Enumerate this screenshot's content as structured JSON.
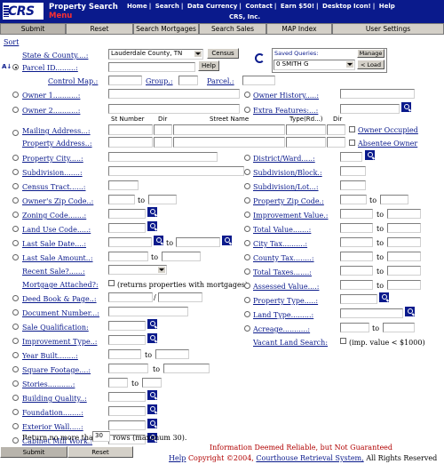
{
  "header": {
    "logo": "CRS",
    "title": "Property Search",
    "subtitle": "Menu",
    "nav": [
      "Home",
      "Search",
      "Data Currency",
      "Contact",
      "Earn $50!",
      "Desktop Icon!",
      "Help"
    ],
    "company": "CRS, Inc."
  },
  "tabs": [
    "Submit",
    "Reset",
    "Search Mortgages",
    "Search Sales",
    "MAP Index",
    "User Settings"
  ],
  "sort_link": "Sort",
  "state_county": {
    "label": "State & County....:",
    "value": "Lauderdale County, TN",
    "census_button": "Census",
    "help_button": "Help"
  },
  "saved_queries": {
    "label": "Saved Queries:",
    "value": "0 SMITH G",
    "manage_button": "Manage",
    "load_button": "< Load"
  },
  "labels": {
    "parcel_id": "Parcel ID.........:",
    "control_map": "Control Map.:",
    "group": "Group.:",
    "parcel": "Parcel.:",
    "owner1": "Owner 1...........:",
    "owner2": "Owner 2...........:",
    "owner_history": "Owner History.....:",
    "extra_features": "Extra Features:...:",
    "mailing_address": "Mailing Address...:",
    "property_address": "Property Address..:",
    "owner_occupied": "Owner Occupied",
    "absentee_owner": "Absentee Owner",
    "property_city": "Property City.....:",
    "subdivision": "Subdivision.......:",
    "census_tract": "Census Tract......:",
    "owners_zip": "Owner's Zip Code..:",
    "zoning_code": "Zoning Code.......:",
    "land_use_code": "Land Use Code.....:",
    "last_sale_date": "Last Sale Date....:",
    "last_sale_amount": "Last Sale Amount..:",
    "recent_sale": "Recent Sale?......:",
    "mortgage_attached": "Mortgage Attached?:",
    "mortgage_note": "(returns properties with mortgages)",
    "deed_book_page": "Deed Book & Page..:",
    "document_number": "Document Number...:",
    "sale_qualification": "Sale Qualification:",
    "improvement_type": "Improvement Type..:",
    "year_built": "Year Built........:",
    "square_footage": "Square Footage....:",
    "stories": "Stories...........:",
    "building_quality": "Building Quality..:",
    "foundation": "Foundation........:",
    "exterior_wall": "Exterior Wall.....:",
    "cabinet_mill_work": "Cabinet Mill Work.:",
    "district_ward": "District/Ward.....:",
    "subdivision_block": "Subdivision/Block.:",
    "subdivision_lot": "Subdivision/Lot...:",
    "property_zip": "Property Zip Code.:",
    "improvement_value": "Improvement Value.:",
    "total_value": "Total Value.......:",
    "city_tax": "City Tax..........:",
    "county_tax": "County Tax........:",
    "total_taxes": "Total Taxes.......:",
    "assessed_value": "Assessed Value....:",
    "property_type": "Property Type.....:",
    "land_type": "Land Type.........:",
    "acreage": "Acreage...........:",
    "vacant_land_search": "Vacant Land Search:",
    "vacant_note": "(imp. value < $1000)",
    "to": "to",
    "slash": "/"
  },
  "address_columns": [
    "St Number",
    "Dir",
    "Street Name",
    "Type(Rd...)",
    "Dir"
  ],
  "return_rows": {
    "prefix": "Return no more than",
    "value": "30",
    "suffix": "rows (maximum 30)."
  },
  "bottom_buttons": [
    "Submit",
    "Reset"
  ],
  "footer": {
    "disclaimer": "Information Deemed Reliable, but Not Guaranteed",
    "help": "Help",
    "copyright": "Copyright ©2004,",
    "crs": "Courthouse Retrieval System,",
    "rights": "All Rights Reserved"
  }
}
